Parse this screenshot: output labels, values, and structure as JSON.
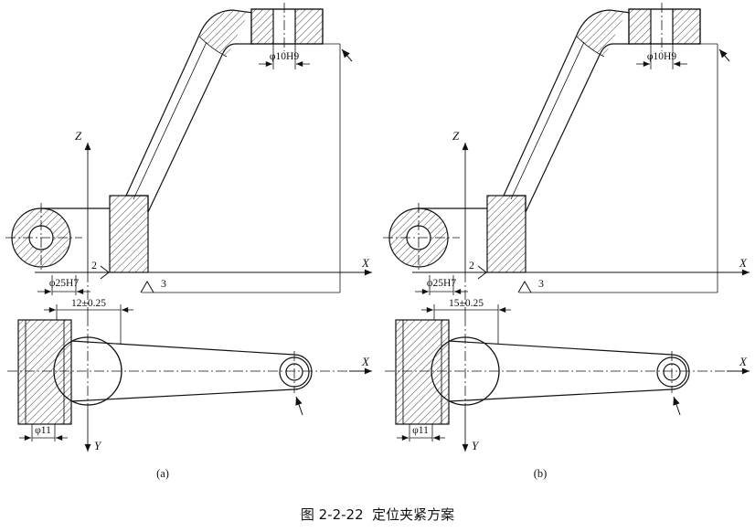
{
  "caption": "图 2-2-22  定位夹紧方案",
  "colors": {
    "ink": "#111111",
    "background": "#ffffff",
    "hatch": "#333333"
  },
  "figures": [
    {
      "label": "(a)",
      "upper": {
        "axis_z": "Z",
        "axis_x": "X",
        "dim_top_hole": "φ10H9",
        "dim_left_hole": "φ25H7",
        "locator_front": "2",
        "locator_bottom": "3"
      },
      "lower": {
        "axis_x": "X",
        "axis_y": "Y",
        "dim_offset": "12±0.25",
        "dim_small_hole": "φ11"
      }
    },
    {
      "label": "(b)",
      "upper": {
        "axis_z": "Z",
        "axis_x": "X",
        "dim_top_hole": "φ10H9",
        "dim_left_hole": "φ25H7",
        "locator_front": "2",
        "locator_bottom": "3"
      },
      "lower": {
        "axis_x": "X",
        "axis_y": "Y",
        "dim_offset": "15±0.25",
        "dim_small_hole": "φ11"
      }
    }
  ]
}
